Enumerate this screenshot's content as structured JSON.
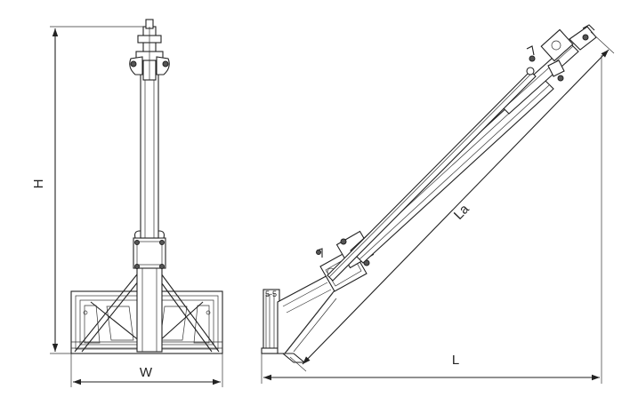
{
  "dimensions": {
    "height_label": "H",
    "width_label": "W",
    "boom_length_label": "La",
    "length_label": "L"
  },
  "detail_label": "5-5"
}
